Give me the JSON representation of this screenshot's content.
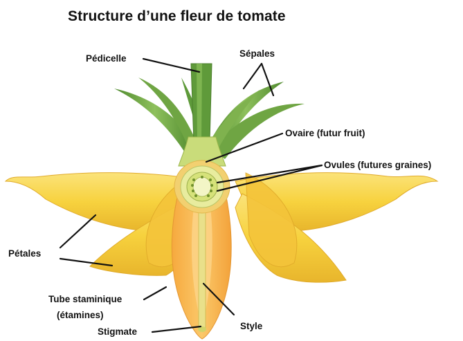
{
  "title": "Structure d’une fleur de tomate",
  "labels": {
    "pedicelle": "Pédicelle",
    "sepales": "Sépales",
    "ovaire": "Ovaire (futur fruit)",
    "ovules": "Ovules (futures graines)",
    "petales": "Pétales",
    "tube_line1": "Tube staminique",
    "tube_line2": "(étamines)",
    "stigmate": "Stigmate",
    "style": "Style"
  },
  "colors": {
    "petal": "#f7d23e",
    "petal_light": "#fbe37a",
    "petal_dark": "#e6b12a",
    "sepal": "#5e9a3a",
    "sepal_light": "#9cc46a",
    "ovary": "#d7e39a",
    "tube": "#f7b04a",
    "line": "#111111"
  }
}
